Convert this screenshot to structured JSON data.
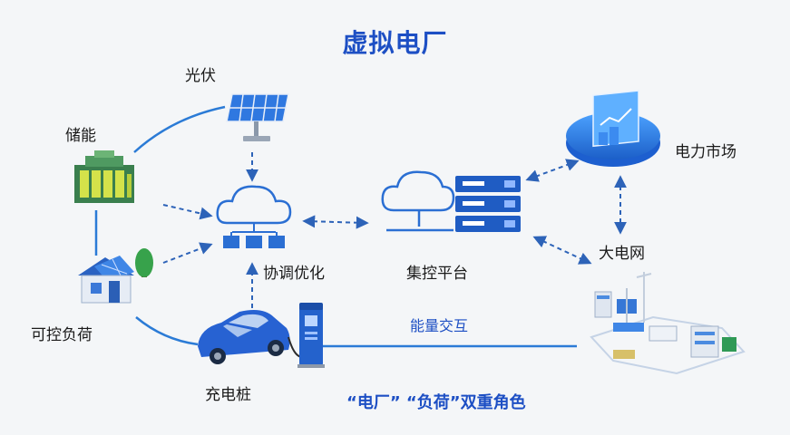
{
  "title": "虚拟电厂",
  "nodes": {
    "pv": "光伏",
    "storage": "储能",
    "load": "可控负荷",
    "charger": "充电桩",
    "coord": "协调优化",
    "platform": "集控平台",
    "market": "电力市场",
    "grid": "大电网"
  },
  "exchange_label": "能量交互",
  "footer": "“电厂” “负荷”双重角色",
  "colors": {
    "accent": "#1d4fc4",
    "line": "#2b7bd6",
    "node_blue": "#2a6fd8"
  },
  "icons": [
    "solar-panel-icon",
    "battery-building-icon",
    "house-icon",
    "ev-car-icon",
    "charging-post-icon",
    "cloud-network-icon",
    "server-cloud-icon",
    "market-monitor-icon",
    "power-grid-icon"
  ]
}
